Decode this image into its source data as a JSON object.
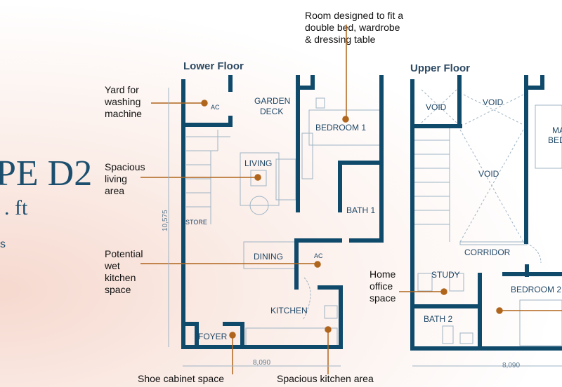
{
  "heading": {
    "type": "PE D2",
    "area_unit": ". ft",
    "sub": "s"
  },
  "floors": {
    "lower": "Lower Floor",
    "upper": "Upper Floor"
  },
  "rooms_lower": {
    "garden_deck_1": "GARDEN",
    "garden_deck_2": "DECK",
    "ac_yard": "AC",
    "bedroom1": "BEDROOM 1",
    "living": "LIVING",
    "bath1": "BATH 1",
    "store": "STORE",
    "dining": "DINING",
    "ac_kitchen": "AC",
    "kitchen": "KITCHEN",
    "foyer": "FOYER"
  },
  "rooms_upper": {
    "void1": "VOID",
    "void2": "VOID",
    "void3": "VOID",
    "master_1": "MA",
    "master_2": "BED",
    "corridor": "CORRIDOR",
    "study": "STUDY",
    "bedroom2": "BEDROOM 2",
    "bath2": "BATH 2"
  },
  "dimensions": {
    "lower_height": "10,575",
    "lower_width": "8,090",
    "upper_width": "8,090"
  },
  "callouts": {
    "bedroom": [
      "Room designed to fit a",
      "double bed, wardrobe",
      "& dressing table"
    ],
    "yard": [
      "Yard for",
      "washing",
      "machine"
    ],
    "living": [
      "Spacious",
      "living",
      "area"
    ],
    "wet_kitchen": [
      "Potential",
      "wet",
      "kitchen",
      "space"
    ],
    "home_office": [
      "Home",
      "office",
      "space"
    ],
    "shoe": "Shoe cabinet space",
    "kitchen": "Spacious kitchen area"
  },
  "colors": {
    "wall": "#0f4a6b",
    "callout": "#b0651c",
    "text": "#1f4766"
  }
}
